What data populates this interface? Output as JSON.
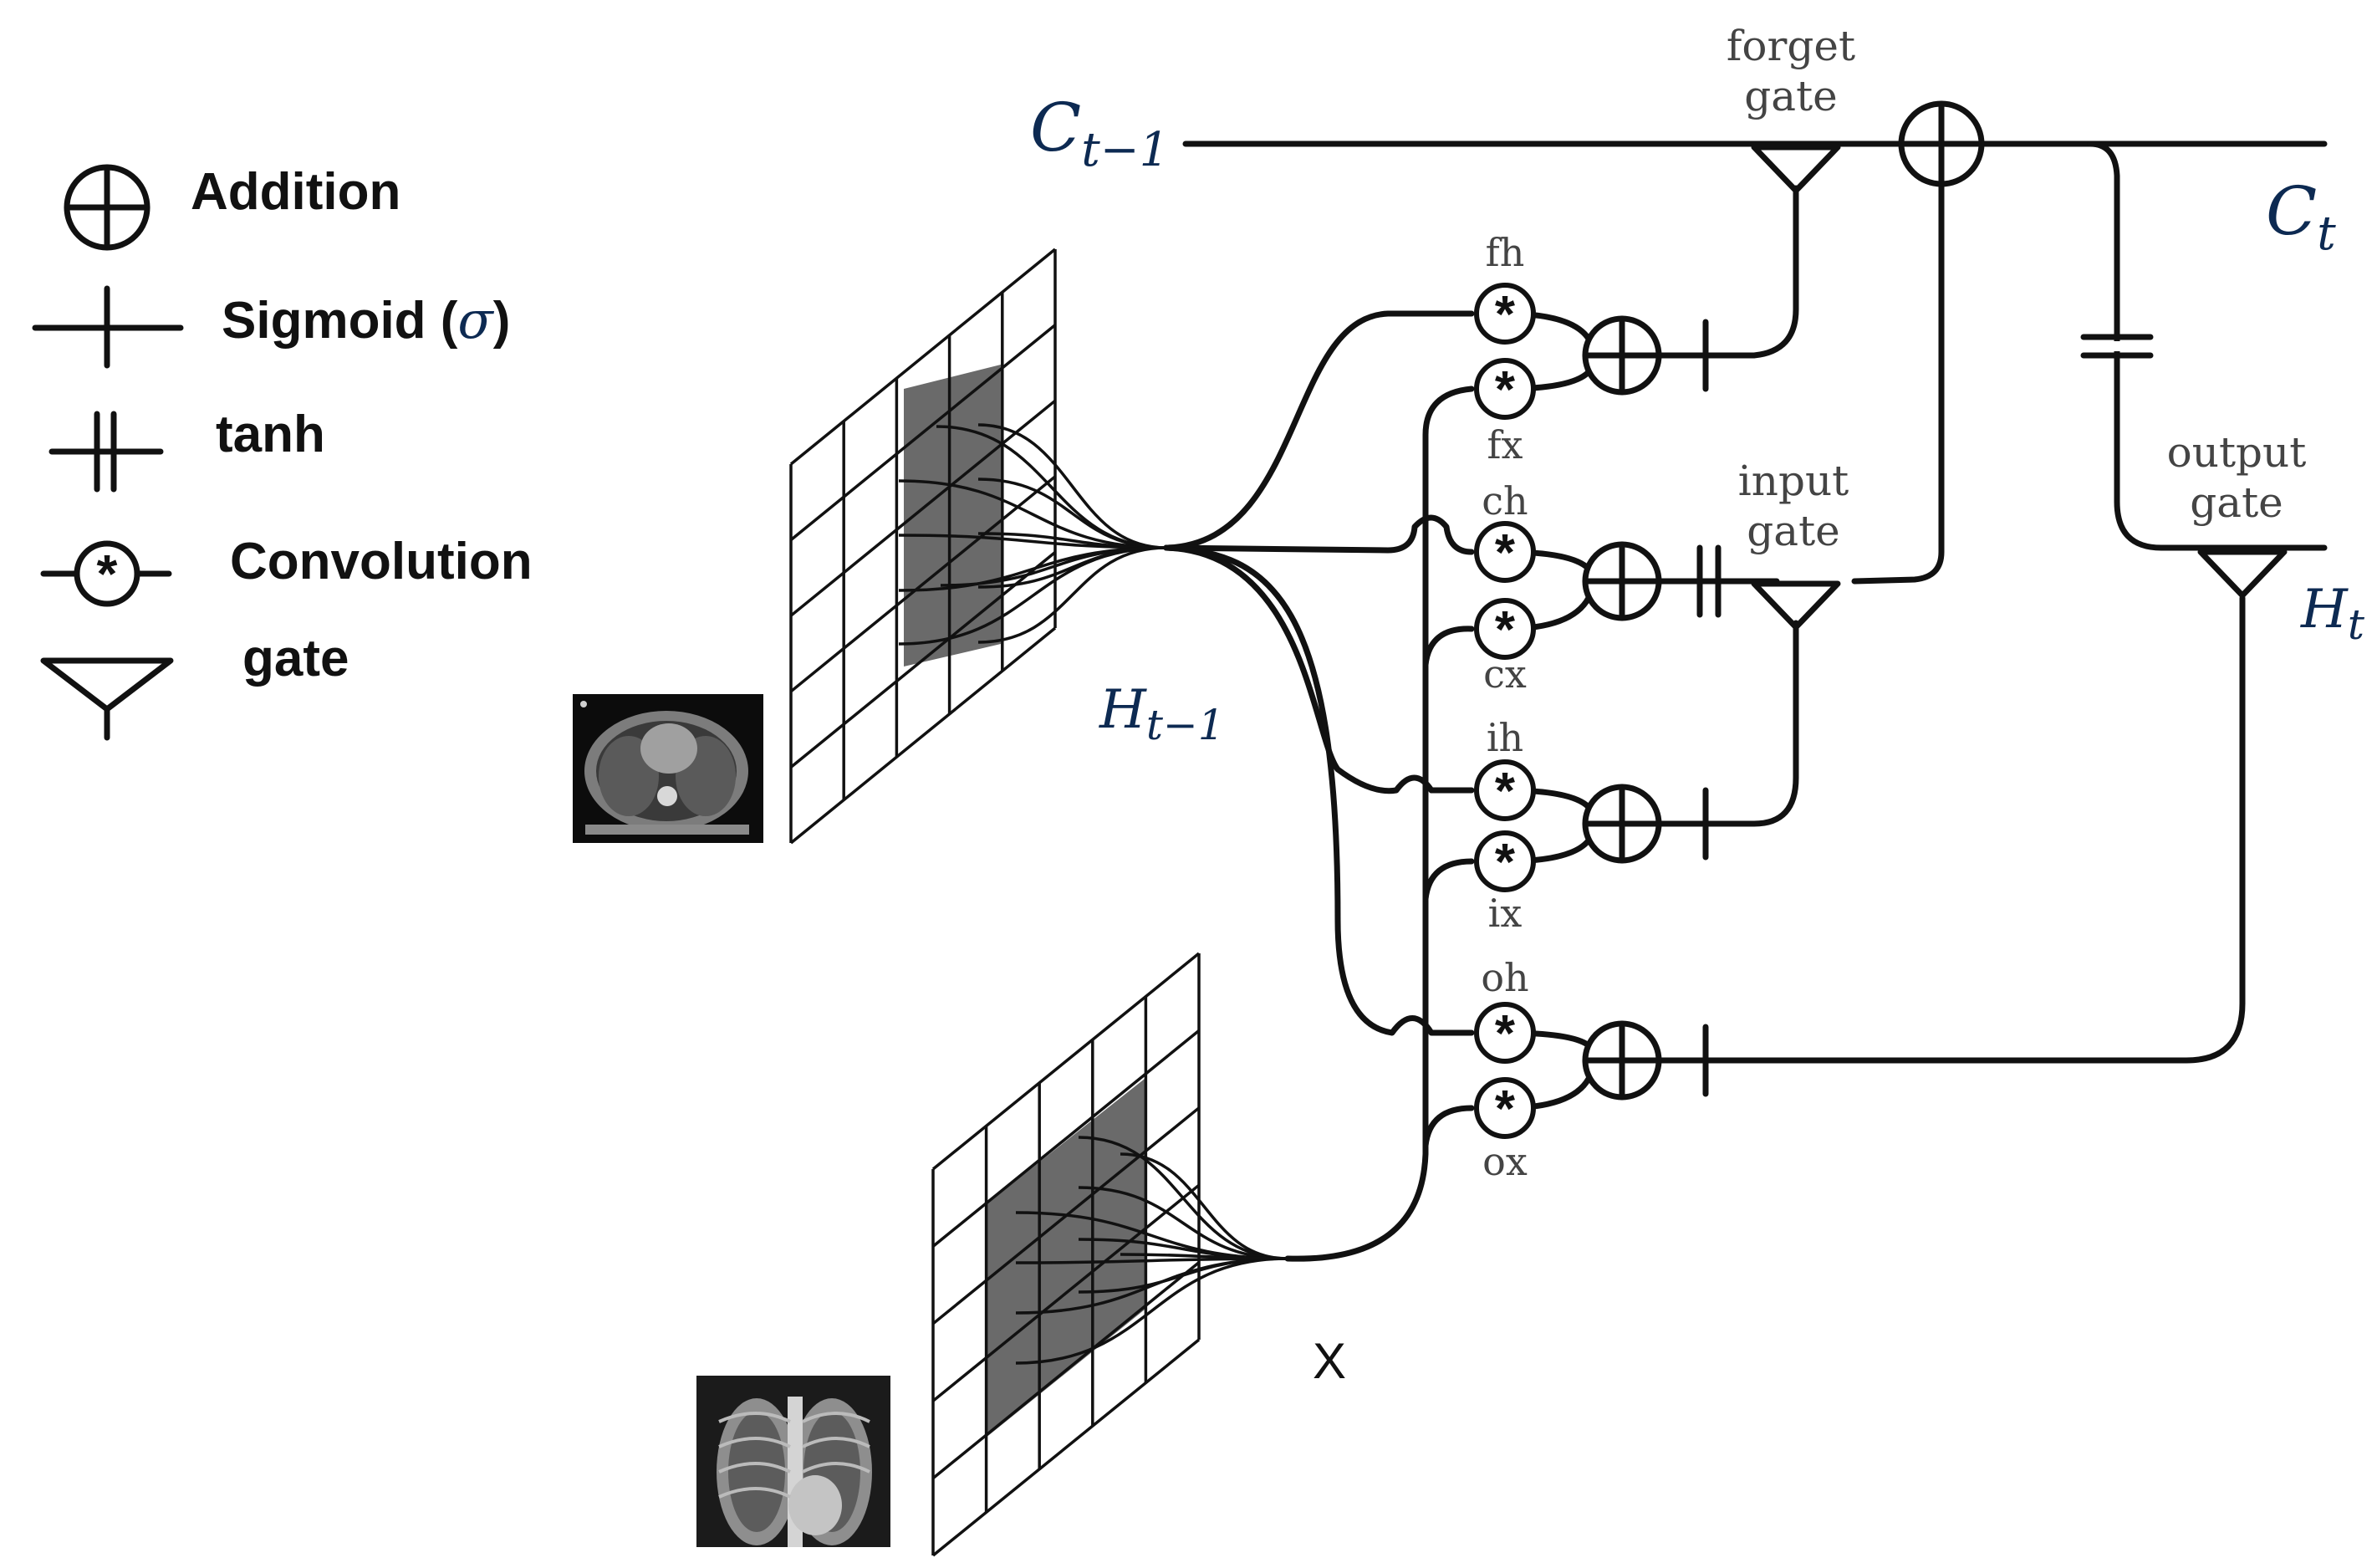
{
  "legend": {
    "addition": "Addition",
    "sigmoid_prefix": "Sigmoid (",
    "sigmoid_symbol": "σ",
    "sigmoid_suffix": ")",
    "tanh": "tanh",
    "convolution": "Convolution",
    "gate": "gate"
  },
  "states": {
    "c_prev_main": "C",
    "c_prev_sub": "t−1",
    "c_curr_main": "C",
    "c_curr_sub": "t",
    "h_prev_main": "H",
    "h_prev_sub": "t−1",
    "h_curr_main": "H",
    "h_curr_sub": "t",
    "x_input": "X"
  },
  "gates": {
    "forget_line1": "forget",
    "forget_line2": "gate",
    "input_line1": "input",
    "input_line2": "gate",
    "output_line1": "output",
    "output_line2": "gate"
  },
  "convolutions": {
    "fh": "fh",
    "fx": "fx",
    "ch": "ch",
    "cx": "cx",
    "ih": "ih",
    "ix": "ix",
    "oh": "oh",
    "ox": "ox"
  }
}
